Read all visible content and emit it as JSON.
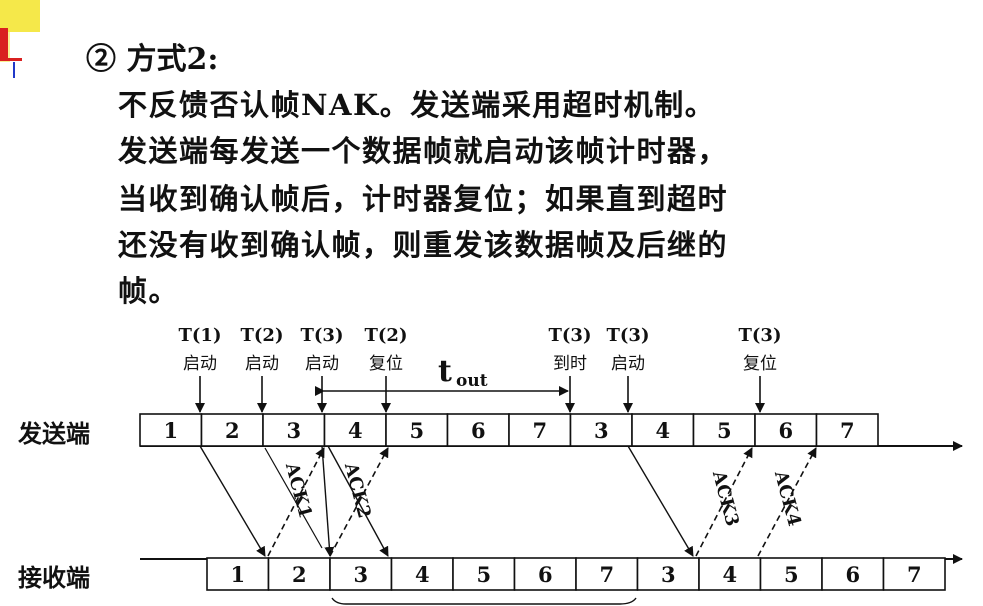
{
  "heading": "② 方式2:",
  "paragraph_lines": [
    "不反馈否认帧NAK。发送端采用超时机制。",
    "发送端每发送一个数据帧就启动该帧计时器，",
    "当收到确认帧后，计时器复位；如果直到超时",
    "还没有收到确认帧，则重发该数据帧及后继的",
    "帧。"
  ],
  "sender_label": "发送端",
  "receiver_label": "接收端",
  "sender_frames": [
    "1",
    "2",
    "3",
    "4",
    "5",
    "6",
    "7",
    "3",
    "4",
    "5",
    "6",
    "7"
  ],
  "receiver_frames": [
    "1",
    "2",
    "3",
    "4",
    "5",
    "6",
    "7",
    "3",
    "4",
    "5",
    "6",
    "7"
  ],
  "timer_events": [
    {
      "timer": "T(1)",
      "action": "启动"
    },
    {
      "timer": "T(2)",
      "action": "启动"
    },
    {
      "timer": "T(3)",
      "action": "启动"
    },
    {
      "timer": "T(2)",
      "action": "复位"
    },
    {
      "timer": "T(3)",
      "action": "到时"
    },
    {
      "timer": "T(3)",
      "action": "启动"
    },
    {
      "timer": "T(3)",
      "action": "复位"
    }
  ],
  "timeout_label": "t",
  "timeout_subscript": "out",
  "acks": [
    "ACK1",
    "ACK2",
    "ACK3",
    "ACK4"
  ],
  "colors": {
    "deco_yellow": "#f5e84a",
    "deco_red": "#d92020",
    "deco_blue": "#2038c8",
    "ink": "#111111"
  }
}
